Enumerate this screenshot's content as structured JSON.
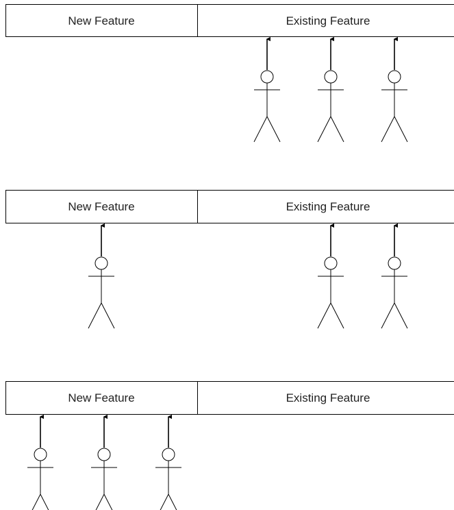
{
  "stages": [
    {
      "new_label": "New Feature",
      "existing_label": "Existing Feature",
      "users_on_new": 0,
      "users_on_existing": 3
    },
    {
      "new_label": "New Feature",
      "existing_label": "Existing Feature",
      "users_on_new": 1,
      "users_on_existing": 2
    },
    {
      "new_label": "New Feature",
      "existing_label": "Existing Feature",
      "users_on_new": 3,
      "users_on_existing": 0
    }
  ],
  "colors": {
    "stroke": "#000000",
    "box_fill": "#ffffff",
    "text": "#222222"
  }
}
